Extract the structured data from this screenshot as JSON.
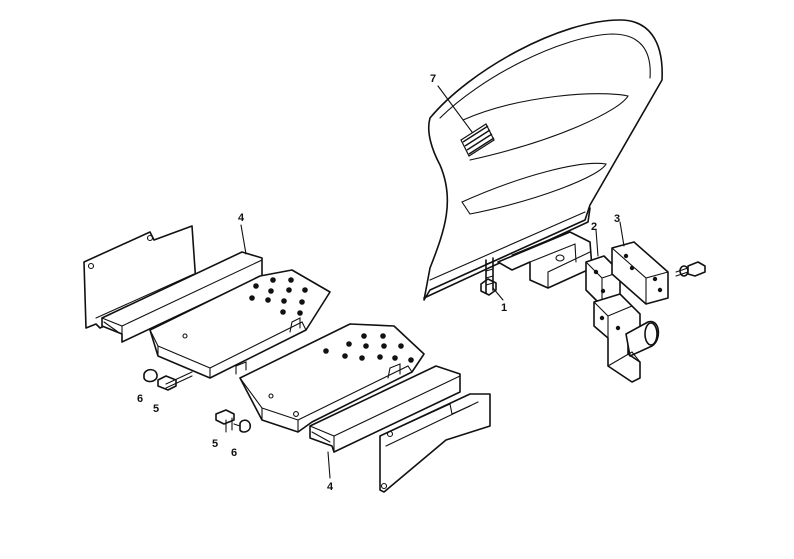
{
  "labels": {
    "part_1": "1",
    "part_2": "2",
    "part_3": "3",
    "part_4_upper": "4",
    "part_4_lower": "4",
    "part_5_left": "5",
    "part_5_lower": "5",
    "part_6_left": "6",
    "part_6_lower": "6",
    "part_7": "7"
  },
  "colors": {
    "line": "#111111",
    "background": "#ffffff"
  }
}
